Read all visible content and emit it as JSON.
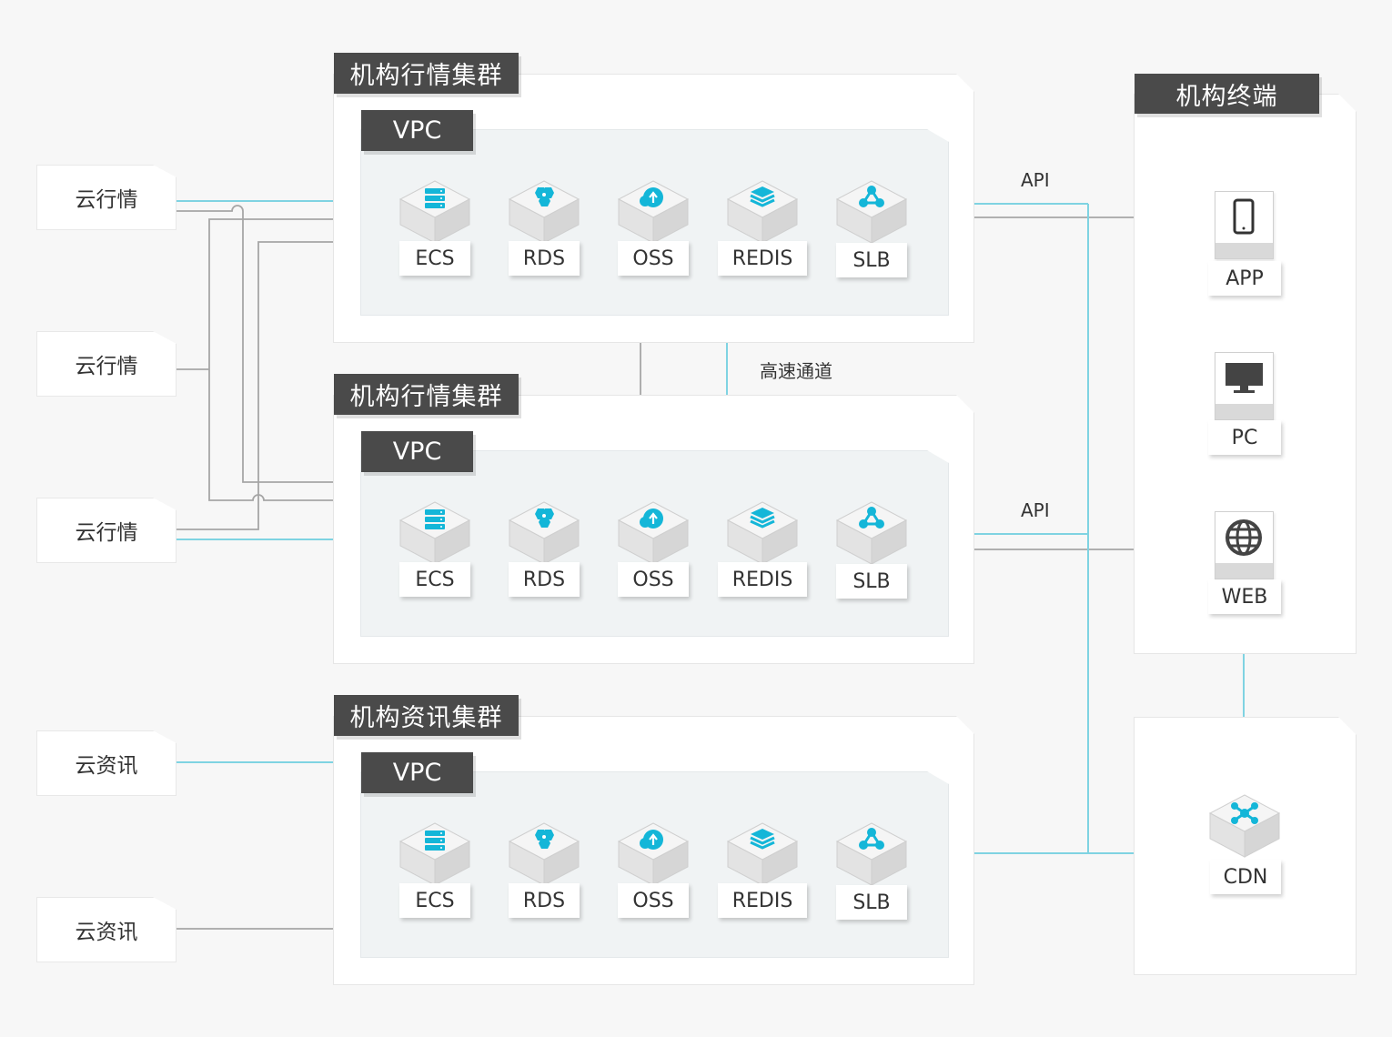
{
  "colors": {
    "connector_cyan": "#7fd3e2",
    "connector_gray": "#a6a6a6",
    "accent_cyan": "#14b6d8",
    "tag_dark": "#4a4a4a",
    "vpc_bg": "#f0f3f4",
    "cube_face": "#eeeeee"
  },
  "sources": [
    {
      "label": "云行情"
    },
    {
      "label": "云行情"
    },
    {
      "label": "云行情"
    },
    {
      "label": "云资讯"
    },
    {
      "label": "云资讯"
    }
  ],
  "clusters": [
    {
      "title": "机构行情集群",
      "vpc_label": "VPC",
      "services": [
        {
          "label": "ECS",
          "icon": "server-stack-icon"
        },
        {
          "label": "RDS",
          "icon": "database-hex-icon"
        },
        {
          "label": "OSS",
          "icon": "cloud-upload-icon"
        },
        {
          "label": "REDIS",
          "icon": "layers-stack-icon"
        },
        {
          "label": "SLB",
          "icon": "load-balancer-icon"
        }
      ]
    },
    {
      "title": "机构行情集群",
      "vpc_label": "VPC",
      "services": [
        {
          "label": "ECS",
          "icon": "server-stack-icon"
        },
        {
          "label": "RDS",
          "icon": "database-hex-icon"
        },
        {
          "label": "OSS",
          "icon": "cloud-upload-icon"
        },
        {
          "label": "REDIS",
          "icon": "layers-stack-icon"
        },
        {
          "label": "SLB",
          "icon": "load-balancer-icon"
        }
      ]
    },
    {
      "title": "机构资讯集群",
      "vpc_label": "VPC",
      "services": [
        {
          "label": "ECS",
          "icon": "server-stack-icon"
        },
        {
          "label": "RDS",
          "icon": "database-hex-icon"
        },
        {
          "label": "OSS",
          "icon": "cloud-upload-icon"
        },
        {
          "label": "REDIS",
          "icon": "layers-stack-icon"
        },
        {
          "label": "SLB",
          "icon": "load-balancer-icon"
        }
      ]
    }
  ],
  "links": {
    "api_top": "API",
    "api_mid": "API",
    "fast_channel": "高速通道"
  },
  "terminal": {
    "title": "机构终端",
    "devices": [
      {
        "label": "APP",
        "icon": "smartphone-icon"
      },
      {
        "label": "PC",
        "icon": "monitor-icon"
      },
      {
        "label": "WEB",
        "icon": "globe-icon"
      }
    ]
  },
  "cdn": {
    "label": "CDN",
    "icon": "cdn-network-icon"
  }
}
